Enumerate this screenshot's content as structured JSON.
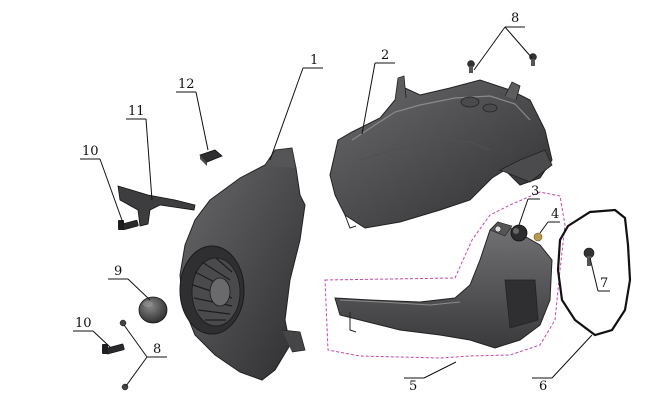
{
  "callouts": [
    {
      "id": "c1",
      "label": "1"
    },
    {
      "id": "c2",
      "label": "2"
    },
    {
      "id": "c3",
      "label": "3"
    },
    {
      "id": "c4",
      "label": "4"
    },
    {
      "id": "c5",
      "label": "5"
    },
    {
      "id": "c6",
      "label": "6"
    },
    {
      "id": "c7",
      "label": "7"
    },
    {
      "id": "c8a",
      "label": "8"
    },
    {
      "id": "c8b",
      "label": "8"
    },
    {
      "id": "c9",
      "label": "9"
    },
    {
      "id": "c10a",
      "label": "10"
    },
    {
      "id": "c10b",
      "label": "10"
    },
    {
      "id": "c11",
      "label": "11"
    },
    {
      "id": "c12",
      "label": "12"
    }
  ],
  "colors": {
    "part_dark": "#3a3a3c",
    "part_mid": "#5a5a5d",
    "part_light": "#77777a",
    "outline": "#111111",
    "group_dash": "#cc44aa"
  }
}
